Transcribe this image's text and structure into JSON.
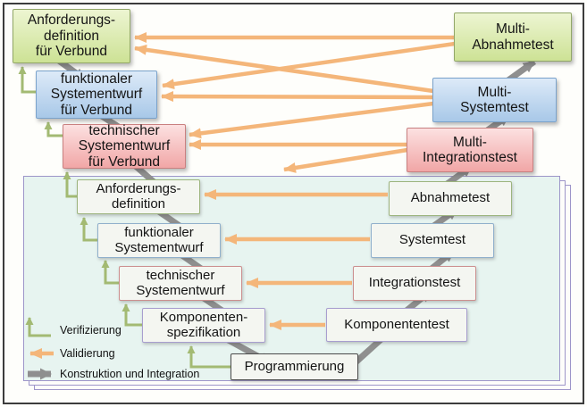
{
  "colors": {
    "validation_orange": "#f4b67a",
    "verification_green": "#a3ba73",
    "construction_gray": "#8f8f8f",
    "panel_fill": "#e7f4f0",
    "panel_border": "#9d95c9",
    "level_green": "#cde295",
    "level_blue": "#a8c8e8",
    "level_red": "#f1a6a6"
  },
  "boxes": {
    "anforderungsdefinition_verbund": {
      "label": "Anforderungs-\ndefinition\nfür Verbund"
    },
    "funktionaler_systementwurf_verbund": {
      "label": "funktionaler\nSystementwurf\nfür Verbund"
    },
    "technischer_systementwurf_verbund": {
      "label": "technischer\nSystementwurf\nfür Verbund"
    },
    "multi_abnahmetest": {
      "label": "Multi-\nAbnahmetest"
    },
    "multi_systemtest": {
      "label": "Multi-\nSystemtest"
    },
    "multi_integrationstest": {
      "label": "Multi-\nIntegrationstest"
    },
    "anforderungsdefinition": {
      "label": "Anforderungs-\ndefinition"
    },
    "funktionaler_systementwurf": {
      "label": "funktionaler\nSystementwurf"
    },
    "technischer_systementwurf": {
      "label": "technischer\nSystementwurf"
    },
    "komponentenspezifikation": {
      "label": "Komponenten-\nspezifikation"
    },
    "programmierung": {
      "label": "Programmierung"
    },
    "abnahmetest": {
      "label": "Abnahmetest"
    },
    "systemtest": {
      "label": "Systemtest"
    },
    "integrationstest": {
      "label": "Integrationstest"
    },
    "komponententest": {
      "label": "Komponententest"
    }
  },
  "legend": {
    "verifizierung": "Verifizierung",
    "validierung": "Validierung",
    "konstruktion": "Konstruktion und Integration"
  }
}
